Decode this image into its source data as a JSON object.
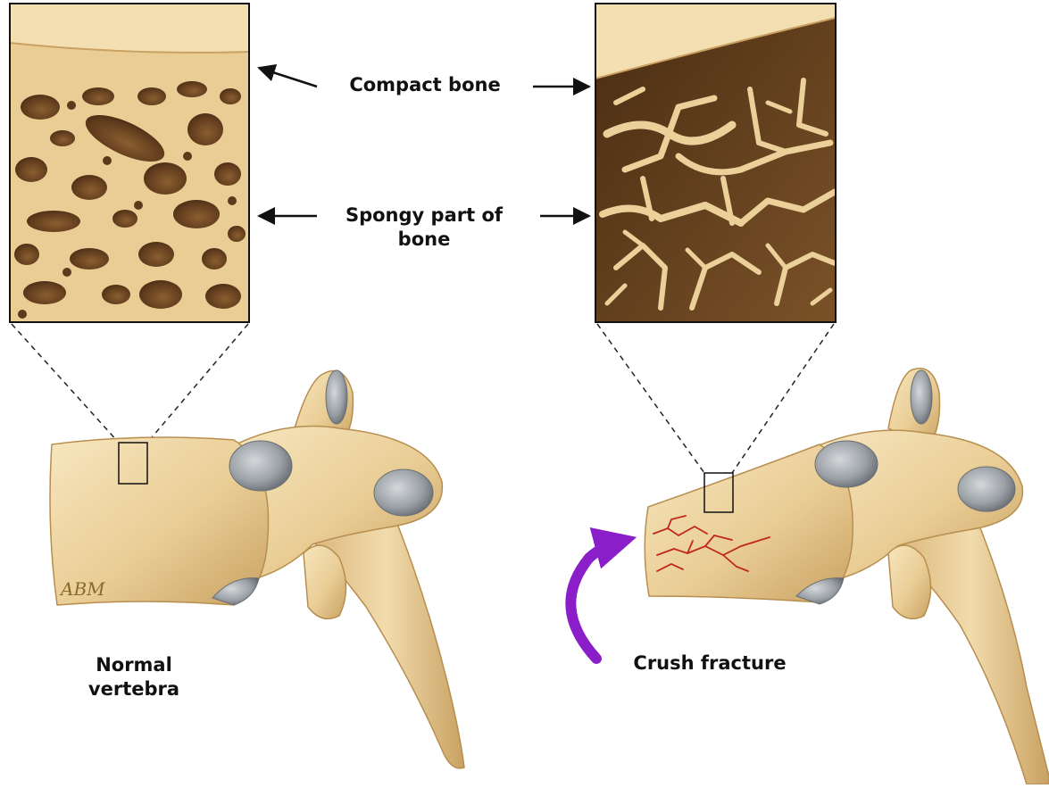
{
  "labels": {
    "compact_bone": "Compact bone",
    "spongy_bone_line1": "Spongy part of",
    "spongy_bone_line2": "bone",
    "normal_vertebra_line1": "Normal",
    "normal_vertebra_line2": "vertebra",
    "crush_fracture": "Crush fracture"
  },
  "signature": "ABM",
  "colors": {
    "bone": "#e9cd95",
    "bone_light": "#f7e6bf",
    "bone_shadow": "#c79f5c",
    "cavity": "#5e3a1c",
    "cavity_mid": "#7a5228",
    "facet": "#9aa0a5",
    "fracture": "#c0281a",
    "arrow_accent": "#8a1fc9",
    "line": "#111111"
  }
}
